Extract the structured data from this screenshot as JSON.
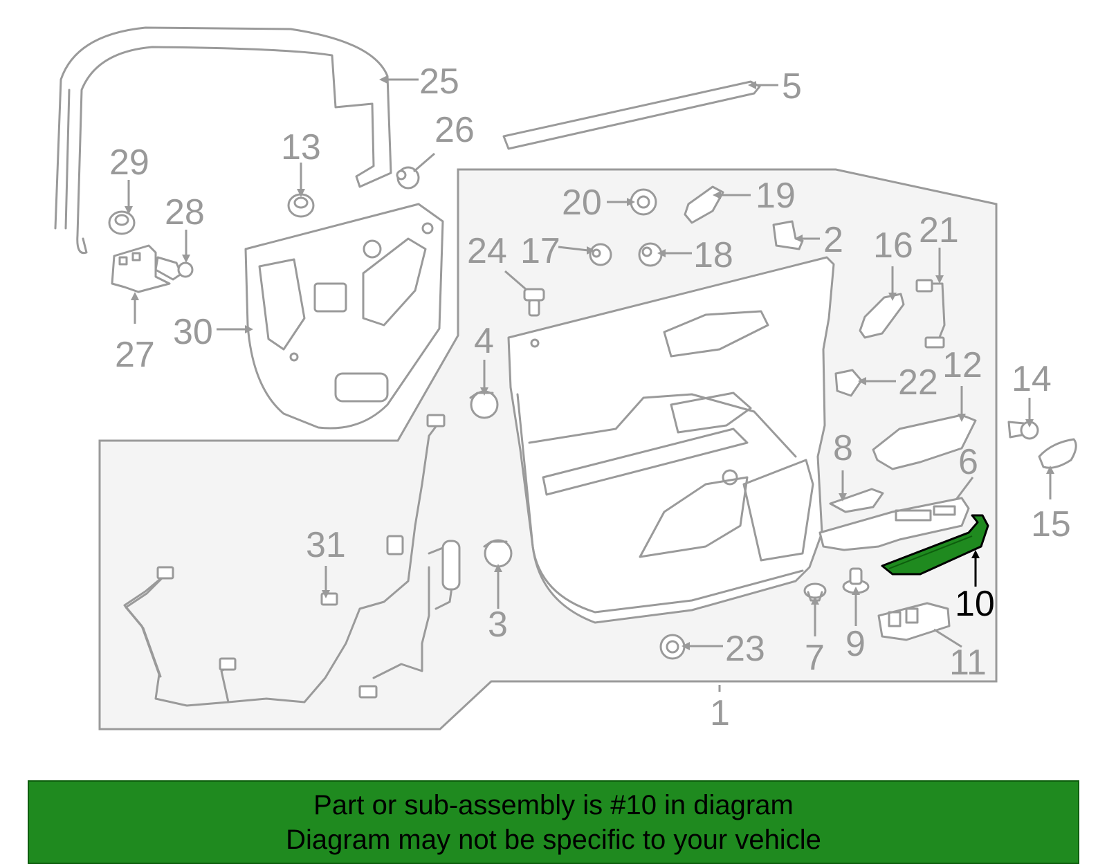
{
  "callouts": {
    "c1": "1",
    "c2": "2",
    "c3": "3",
    "c4": "4",
    "c5": "5",
    "c6": "6",
    "c7": "7",
    "c8": "8",
    "c9": "9",
    "c10": "10",
    "c11": "11",
    "c12": "12",
    "c13": "13",
    "c14": "14",
    "c15": "15",
    "c16": "16",
    "c17": "17",
    "c18": "18",
    "c19": "19",
    "c20": "20",
    "c21": "21",
    "c22": "22",
    "c23": "23",
    "c24": "24",
    "c25": "25",
    "c26": "26",
    "c27": "27",
    "c28": "28",
    "c29": "29",
    "c30": "30",
    "c31": "31"
  },
  "highlighted_part": "10",
  "colors": {
    "highlight": "#1f8a1f",
    "banner": "#1f8a1f",
    "line_art": "#9a9a9a",
    "panel": "#f4f4f4"
  },
  "banner": {
    "line1": "Part or sub-assembly is #10 in diagram",
    "line2": "Diagram may not be specific to your vehicle"
  }
}
